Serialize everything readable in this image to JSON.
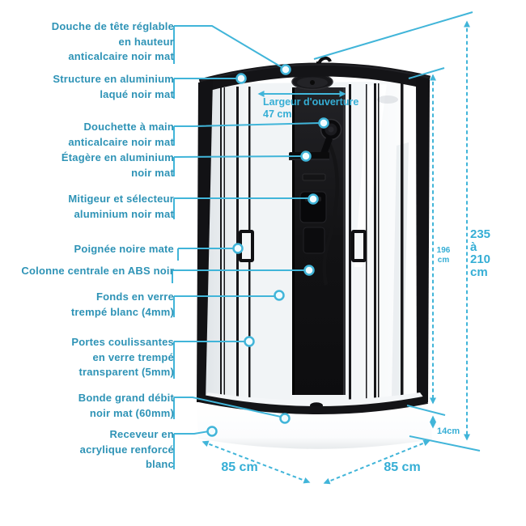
{
  "accent": {
    "line_color": "#41b5d9",
    "label_color": "#2e93b6"
  },
  "callouts": [
    {
      "lines": [
        "Douche de tête réglable",
        "en hauteur",
        "anticalcaire noir mat"
      ]
    },
    {
      "lines": [
        "Structure en aluminium",
        "laqué noir mat"
      ]
    },
    {
      "lines": [
        "Douchette à main",
        "anticalcaire noir mat"
      ]
    },
    {
      "lines": [
        "Étagère en aluminium",
        "noir mat"
      ]
    },
    {
      "lines": [
        "Mitigeur et sélecteur",
        "aluminium noir mat"
      ]
    },
    {
      "lines": [
        "Poignée noire mate"
      ]
    },
    {
      "lines": [
        "Colonne centrale en ABS noir"
      ]
    },
    {
      "lines": [
        "Fonds en verre",
        "trempé blanc (4mm)"
      ]
    },
    {
      "lines": [
        "Portes coulissantes",
        "en verre trempé",
        "transparent (5mm)"
      ]
    },
    {
      "lines": [
        "Bonde grand débit",
        "noir mat (60mm)"
      ]
    },
    {
      "lines": [
        "Receveur en",
        "acrylique renforcé",
        "blanc"
      ]
    }
  ],
  "dimensions": {
    "opening_width": {
      "label": "Largeur d'ouverture",
      "value": "47 cm"
    },
    "inner_height": {
      "value": "196",
      "unit": "cm"
    },
    "total_height": {
      "lines": [
        "235",
        "à",
        "210",
        "cm"
      ]
    },
    "tray_height": {
      "value": "14cm"
    },
    "width_left": {
      "value": "85 cm"
    },
    "width_right": {
      "value": "85 cm"
    }
  }
}
